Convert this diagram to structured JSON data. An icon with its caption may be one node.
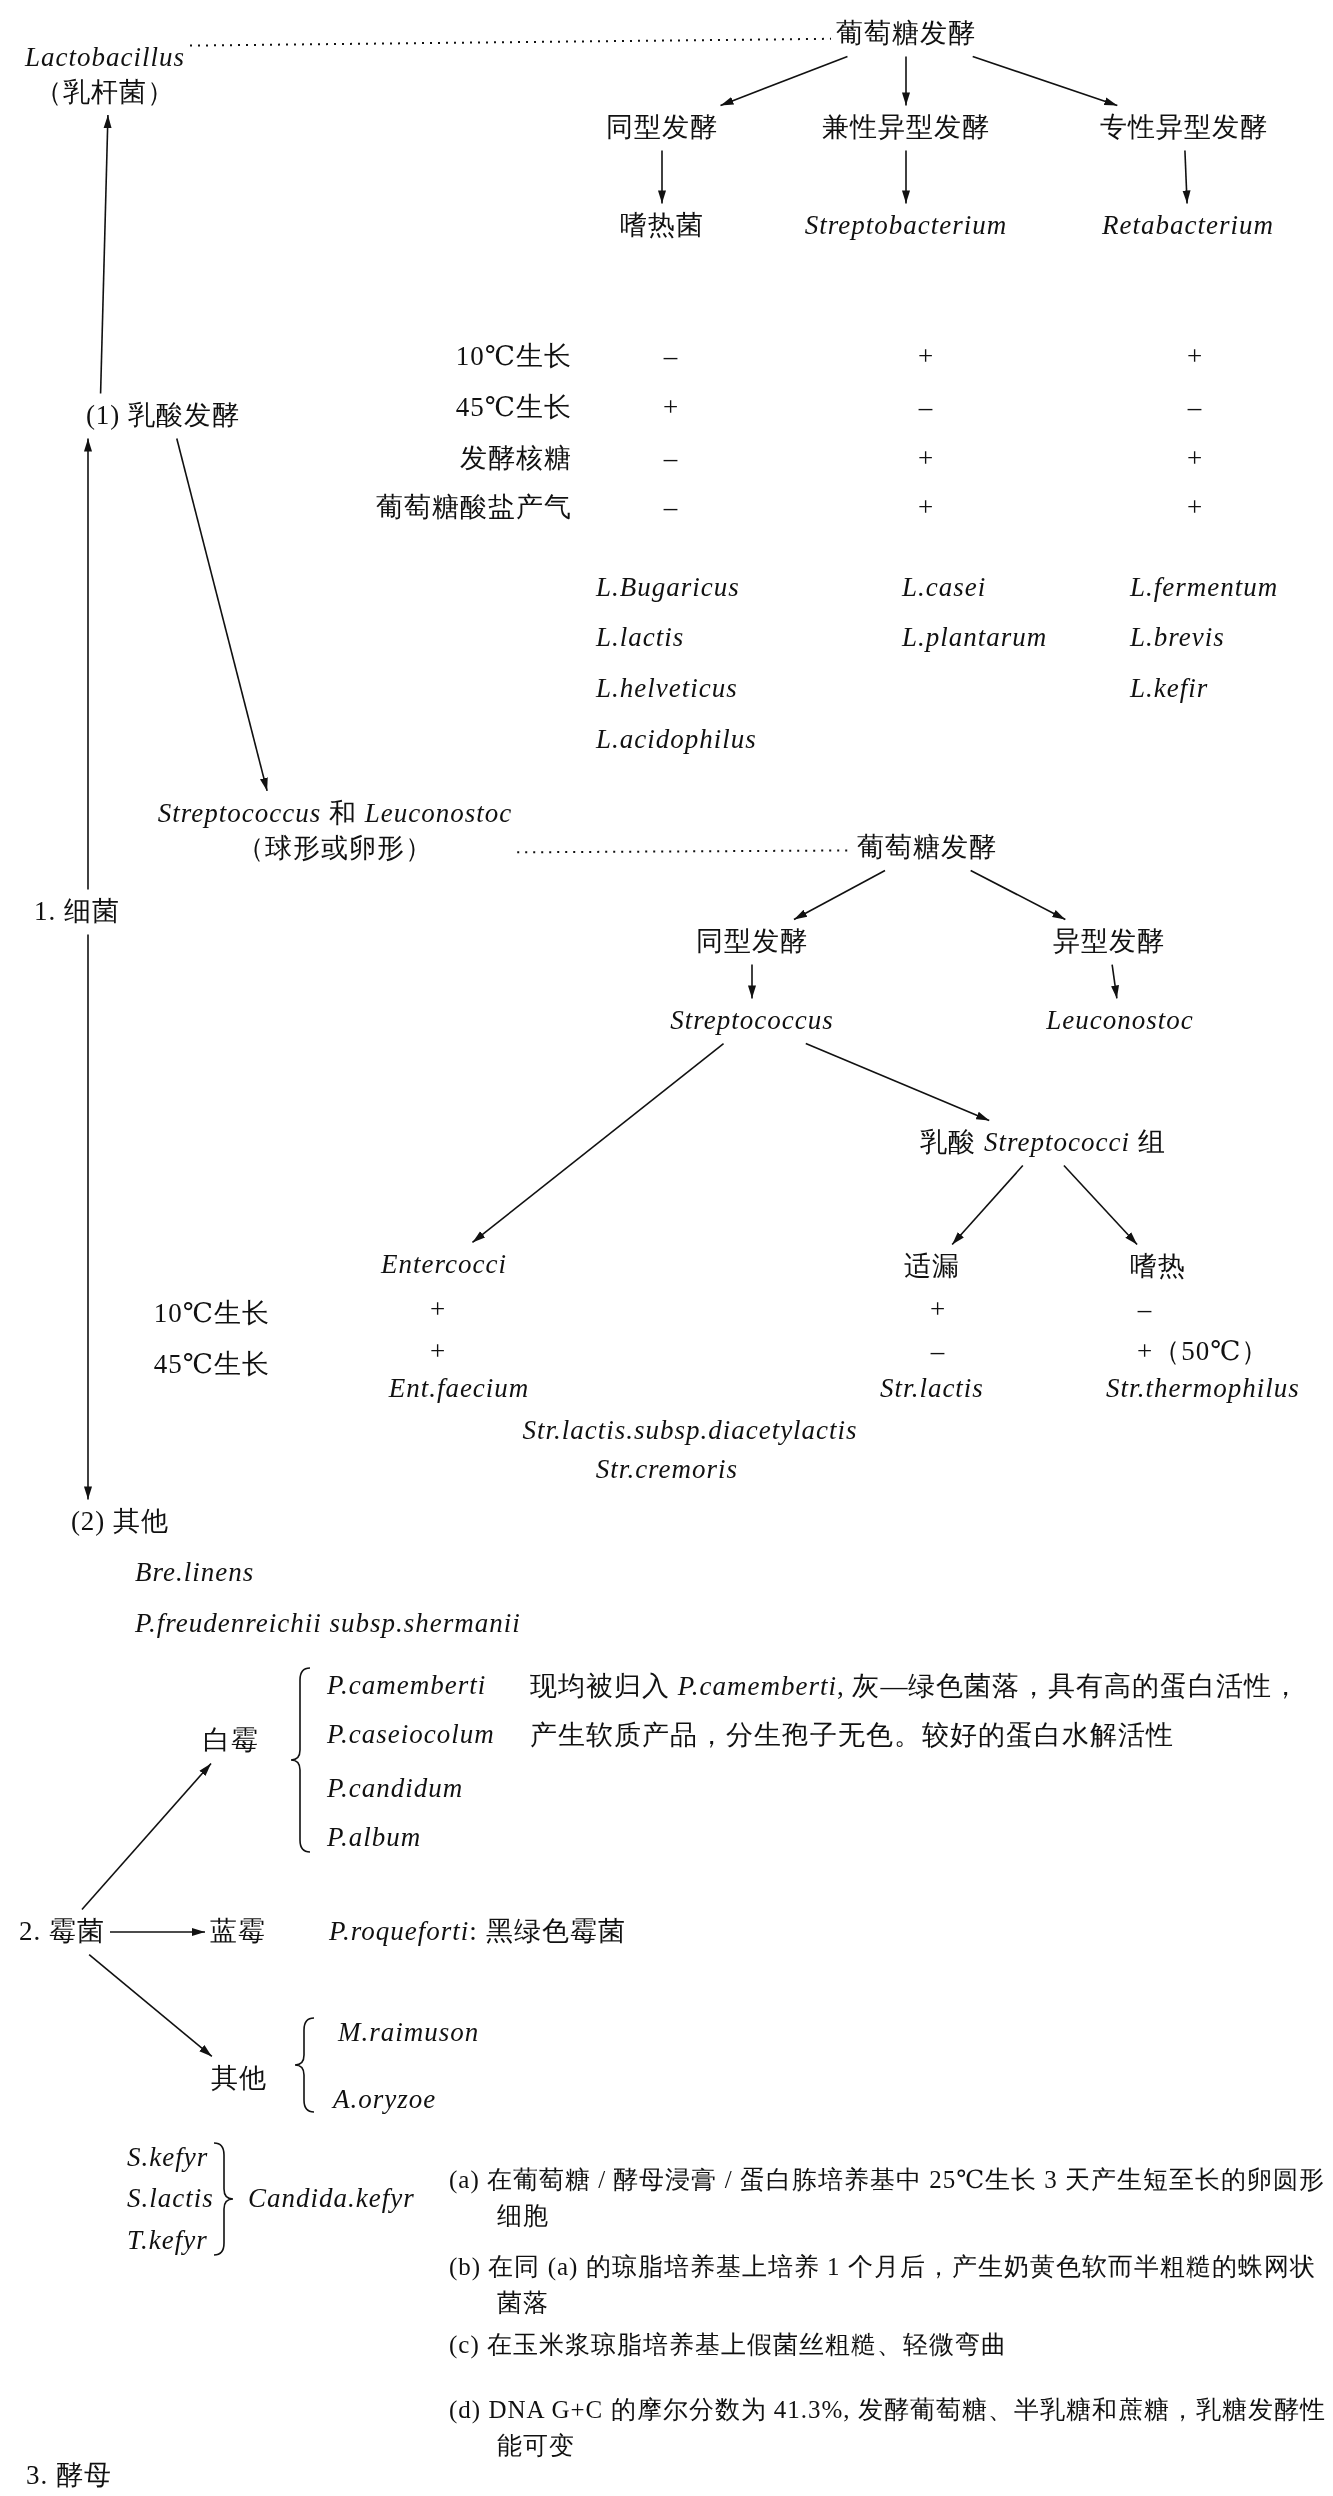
{
  "diagram": {
    "nodes": [
      {
        "text": [
          "Lactobacillus",
          "（乳杆菌）"
        ]
      },
      {
        "text": [
          "葡萄糖发酵"
        ]
      },
      {
        "text": [
          "同型发酵"
        ]
      },
      {
        "text": [
          "兼性异型发酵"
        ]
      },
      {
        "text": [
          "专性异型发酵"
        ]
      },
      {
        "text": [
          "嗜热菌"
        ]
      },
      {
        "text": [
          "Streptobacterium"
        ]
      },
      {
        "text": [
          "Retabacterium"
        ]
      },
      {
        "text": [
          "(1) 乳酸发酵"
        ]
      },
      {
        "text": [
          "*Streptococcus* 和 *Leuconostoc*",
          "（球形或卵形）"
        ]
      },
      {
        "text": [
          "1. 细菌"
        ]
      },
      {
        "text": [
          "葡萄糖发酵"
        ]
      },
      {
        "text": [
          "同型发酵"
        ]
      },
      {
        "text": [
          "异型发酵"
        ]
      },
      {
        "text": [
          "Streptococcus"
        ]
      },
      {
        "text": [
          "Leuconostoc"
        ]
      },
      {
        "text": [
          "乳酸 *Streptococci* 组"
        ]
      },
      {
        "text": [
          "Entercocci"
        ]
      },
      {
        "text": [
          "适漏"
        ]
      },
      {
        "text": [
          "嗜热"
        ]
      },
      {
        "text": [
          "(2) 其他"
        ]
      },
      {
        "text": [
          "2. 霉菌"
        ]
      },
      {
        "text": [
          "白霉"
        ]
      },
      {
        "text": [
          "蓝霉"
        ]
      },
      {
        "text": [
          "其他"
        ]
      }
    ],
    "edges": [
      {
        "from": 0,
        "to": 1,
        "arrow": "none",
        "style": "dashed"
      },
      {
        "from": 1,
        "to": 2,
        "arrow": "to"
      },
      {
        "from": 1,
        "to": 3,
        "arrow": "to"
      },
      {
        "from": 1,
        "to": 4,
        "arrow": "to"
      },
      {
        "from": 2,
        "to": 5,
        "arrow": "to"
      },
      {
        "from": 3,
        "to": 6,
        "arrow": "to"
      },
      {
        "from": 4,
        "to": 7,
        "arrow": "to"
      },
      {
        "from": 8,
        "to": 0,
        "arrow": "to"
      },
      {
        "from": 8,
        "to": 9,
        "arrow": "to"
      },
      {
        "from": 9,
        "to": 11,
        "arrow": "none",
        "style": "dashed"
      },
      {
        "from": 10,
        "to": 8,
        "arrow": "to"
      },
      {
        "from": 10,
        "to": 20,
        "arrow": "to"
      },
      {
        "from": 11,
        "to": 12,
        "arrow": "to"
      },
      {
        "from": 11,
        "to": 13,
        "arrow": "to"
      },
      {
        "from": 12,
        "to": 14,
        "arrow": "to"
      },
      {
        "from": 13,
        "to": 15,
        "arrow": "to"
      },
      {
        "from": 14,
        "to": 17,
        "arrow": "to"
      },
      {
        "from": 14,
        "to": 16,
        "arrow": "to"
      },
      {
        "from": 16,
        "to": 18,
        "arrow": "to"
      },
      {
        "from": 16,
        "to": 19,
        "arrow": "to"
      },
      {
        "from": 21,
        "to": 22,
        "arrow": "to"
      },
      {
        "from": 21,
        "to": 23,
        "arrow": "to"
      },
      {
        "from": 21,
        "to": 24,
        "arrow": "to"
      }
    ],
    "labels": [
      "10℃生长",
      "–",
      "+",
      "+",
      "45℃生长",
      "+",
      "–",
      "–",
      "发酵核糖",
      "–",
      "+",
      "+",
      "葡萄糖酸盐产气",
      "–",
      "+",
      "+",
      "L.Bugaricus",
      "L.casei",
      "L.fermentum",
      "L.lactis",
      "L.plantarum",
      "L.brevis",
      "L.helveticus",
      "L.kefir",
      "L.acidophilus",
      "10℃生长",
      "+",
      "+",
      "–",
      "45℃生长",
      "+",
      "–",
      "+（50℃）",
      "Ent.faecium",
      "Str.lactis",
      "Str.thermophilus",
      "Str.lactis.subsp.diacetylactis",
      "Str.cremoris",
      "Bre.linens",
      "P.freudenreichii subsp.shermanii",
      "P.camemberti",
      "现均被归入 *P.camemberti*, 灰—绿色菌落，具有高的蛋白活性，产生软质产品，分生孢子无色。较好的蛋白水解活性",
      "P.caseiocolum",
      "P.candidum",
      "P.album",
      "*P.roqueforti*: 黑绿色霉菌",
      "M.raimuson",
      "A.oryzoe",
      "S.kefyr",
      "S.lactis",
      "T.kefyr",
      "Candida.kefyr",
      "(a) 在葡萄糖 / 酵母浸膏 / 蛋白胨培养基中 25℃生长 3 天产生短至长的卵圆形细胞",
      "(b) 在同 (a) 的琼脂培养基上培养 1 个月后，产生奶黄色软而半粗糙的蛛网状菌落",
      "(c) 在玉米浆琼脂培养基上假菌丝粗糙、轻微弯曲",
      "(d) DNA G+C 的摩尔分数为 41.3%, 发酵葡萄糖、半乳糖和蔗糖，乳糖发酵性能可变",
      "3. 酵母"
    ]
  }
}
